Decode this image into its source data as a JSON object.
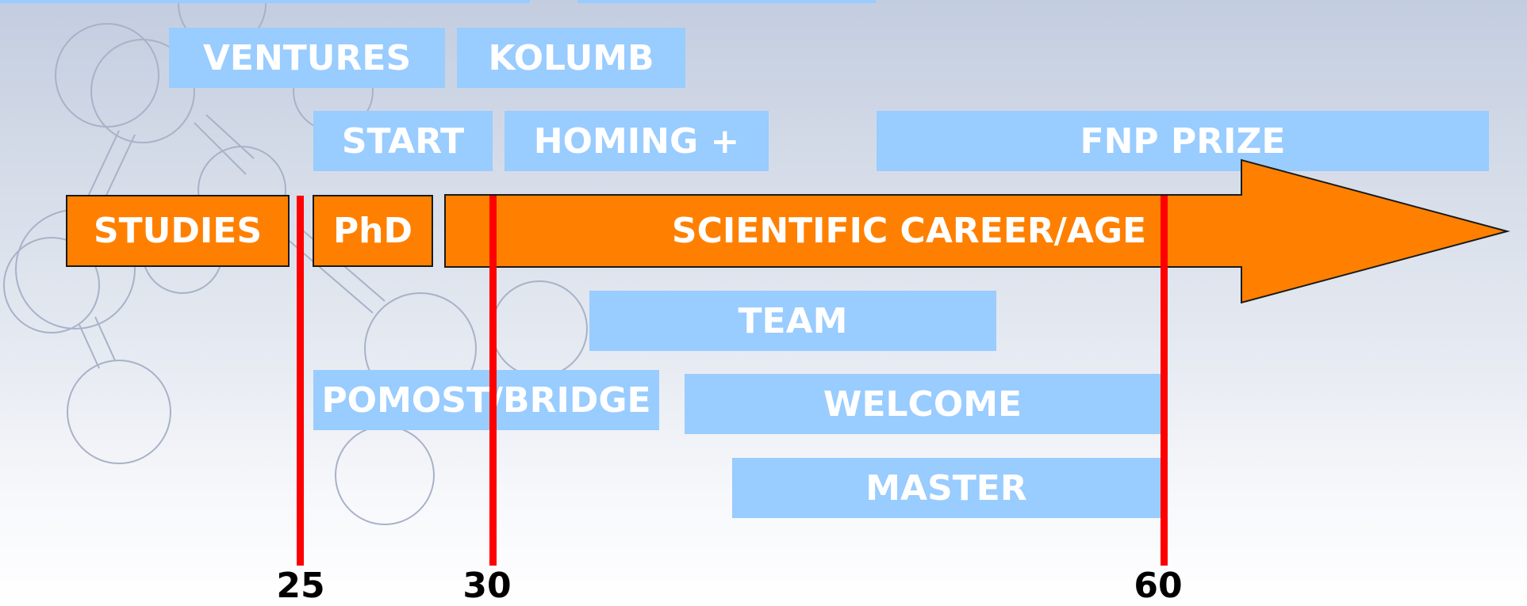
{
  "programs": {
    "ventures": "VENTURES",
    "kolumb": "KOLUMB",
    "start": "START",
    "homing": "HOMING +",
    "fnp_prize": "FNP PRIZE",
    "team": "TEAM",
    "pomost": "POMOST/BRIDGE",
    "welcome": "WELCOME",
    "master": "MASTER"
  },
  "stages": {
    "studies": "STUDIES",
    "phd": "PhD",
    "career": "SCIENTIFIC CAREER/AGE"
  },
  "ages": [
    "25",
    "30",
    "60"
  ],
  "colors": {
    "program_fill": "#99ccff",
    "stage_fill": "#ff8000",
    "marker": "#ff0000",
    "label_text": "#ffffff"
  }
}
